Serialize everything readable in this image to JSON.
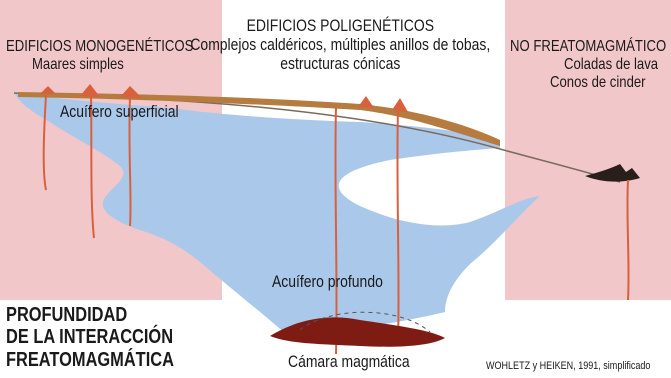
{
  "zones": {
    "monogenetic": {
      "title": "EDIFICIOS MONOGENÉTICOS",
      "subtitle": "Maares simples",
      "color": "#f2c7c9"
    },
    "polygenetic": {
      "title": "EDIFICIOS POLIGENÉTICOS",
      "subtitle_line1": "Complejos caldéricos, múltiples anillos de tobas,",
      "subtitle_line2": "estructuras cónicas",
      "color": "#ffffff"
    },
    "non_phreatomagmatic": {
      "title": "NO FREATOMAGMÁTICO",
      "subtitle_line1": "Coladas de lava",
      "subtitle_line2": "Conos de cinder",
      "color": "#f2c7c9"
    }
  },
  "aquifers": {
    "shallow": "Acuífero superficial",
    "deep": "Acuífero profundo",
    "color": "#aac8ea"
  },
  "magma_chamber": {
    "label": "Cámara magmática",
    "color": "#7e1c14"
  },
  "depth_label": {
    "line1": "PROFUNDIDAD",
    "line2": "DE LA INTERACCIÓN",
    "line3": "FREATOMAGMÁTICA"
  },
  "source": "WOHLETZ y HEIKEN, 1991, simplificado",
  "colors": {
    "conduit": "#d9603d",
    "surface_deposit": "#b57b3f",
    "lava_flow": "#2a1e1b"
  }
}
